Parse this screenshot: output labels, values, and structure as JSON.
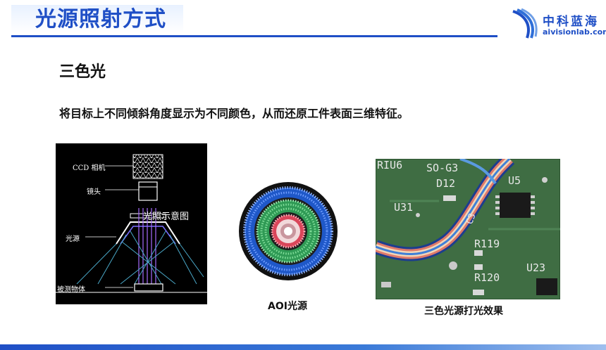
{
  "header": {
    "title": "光源照射方式",
    "logo_text": "中科蓝海",
    "logo_url": "aivisionlab.com"
  },
  "section": {
    "heading": "三色光",
    "description": "将目标上不同倾斜角度显示为不同颜色，从而还原工件表面三维特征。"
  },
  "figures": {
    "diagram": {
      "labels": {
        "ccd_camera": "CCD 相机",
        "lens": "镜头",
        "light_source": "光源",
        "object": "被测物体"
      },
      "caption": "光照示意图"
    },
    "aoi_caption": "AOI光源",
    "pcb": {
      "silkscreen": [
        "RIU6",
        "SO-G3",
        "D12",
        "U5",
        "U31",
        "C3",
        "R119",
        "R120",
        "U23"
      ],
      "caption": "三色光源打光效果"
    }
  },
  "colors": {
    "brand_blue": "#1f4fc6",
    "ring_blue": "#2f6fd8",
    "ring_green": "#3fae63",
    "ring_red": "#e0525e",
    "pcb_green": "#3f6d43"
  }
}
